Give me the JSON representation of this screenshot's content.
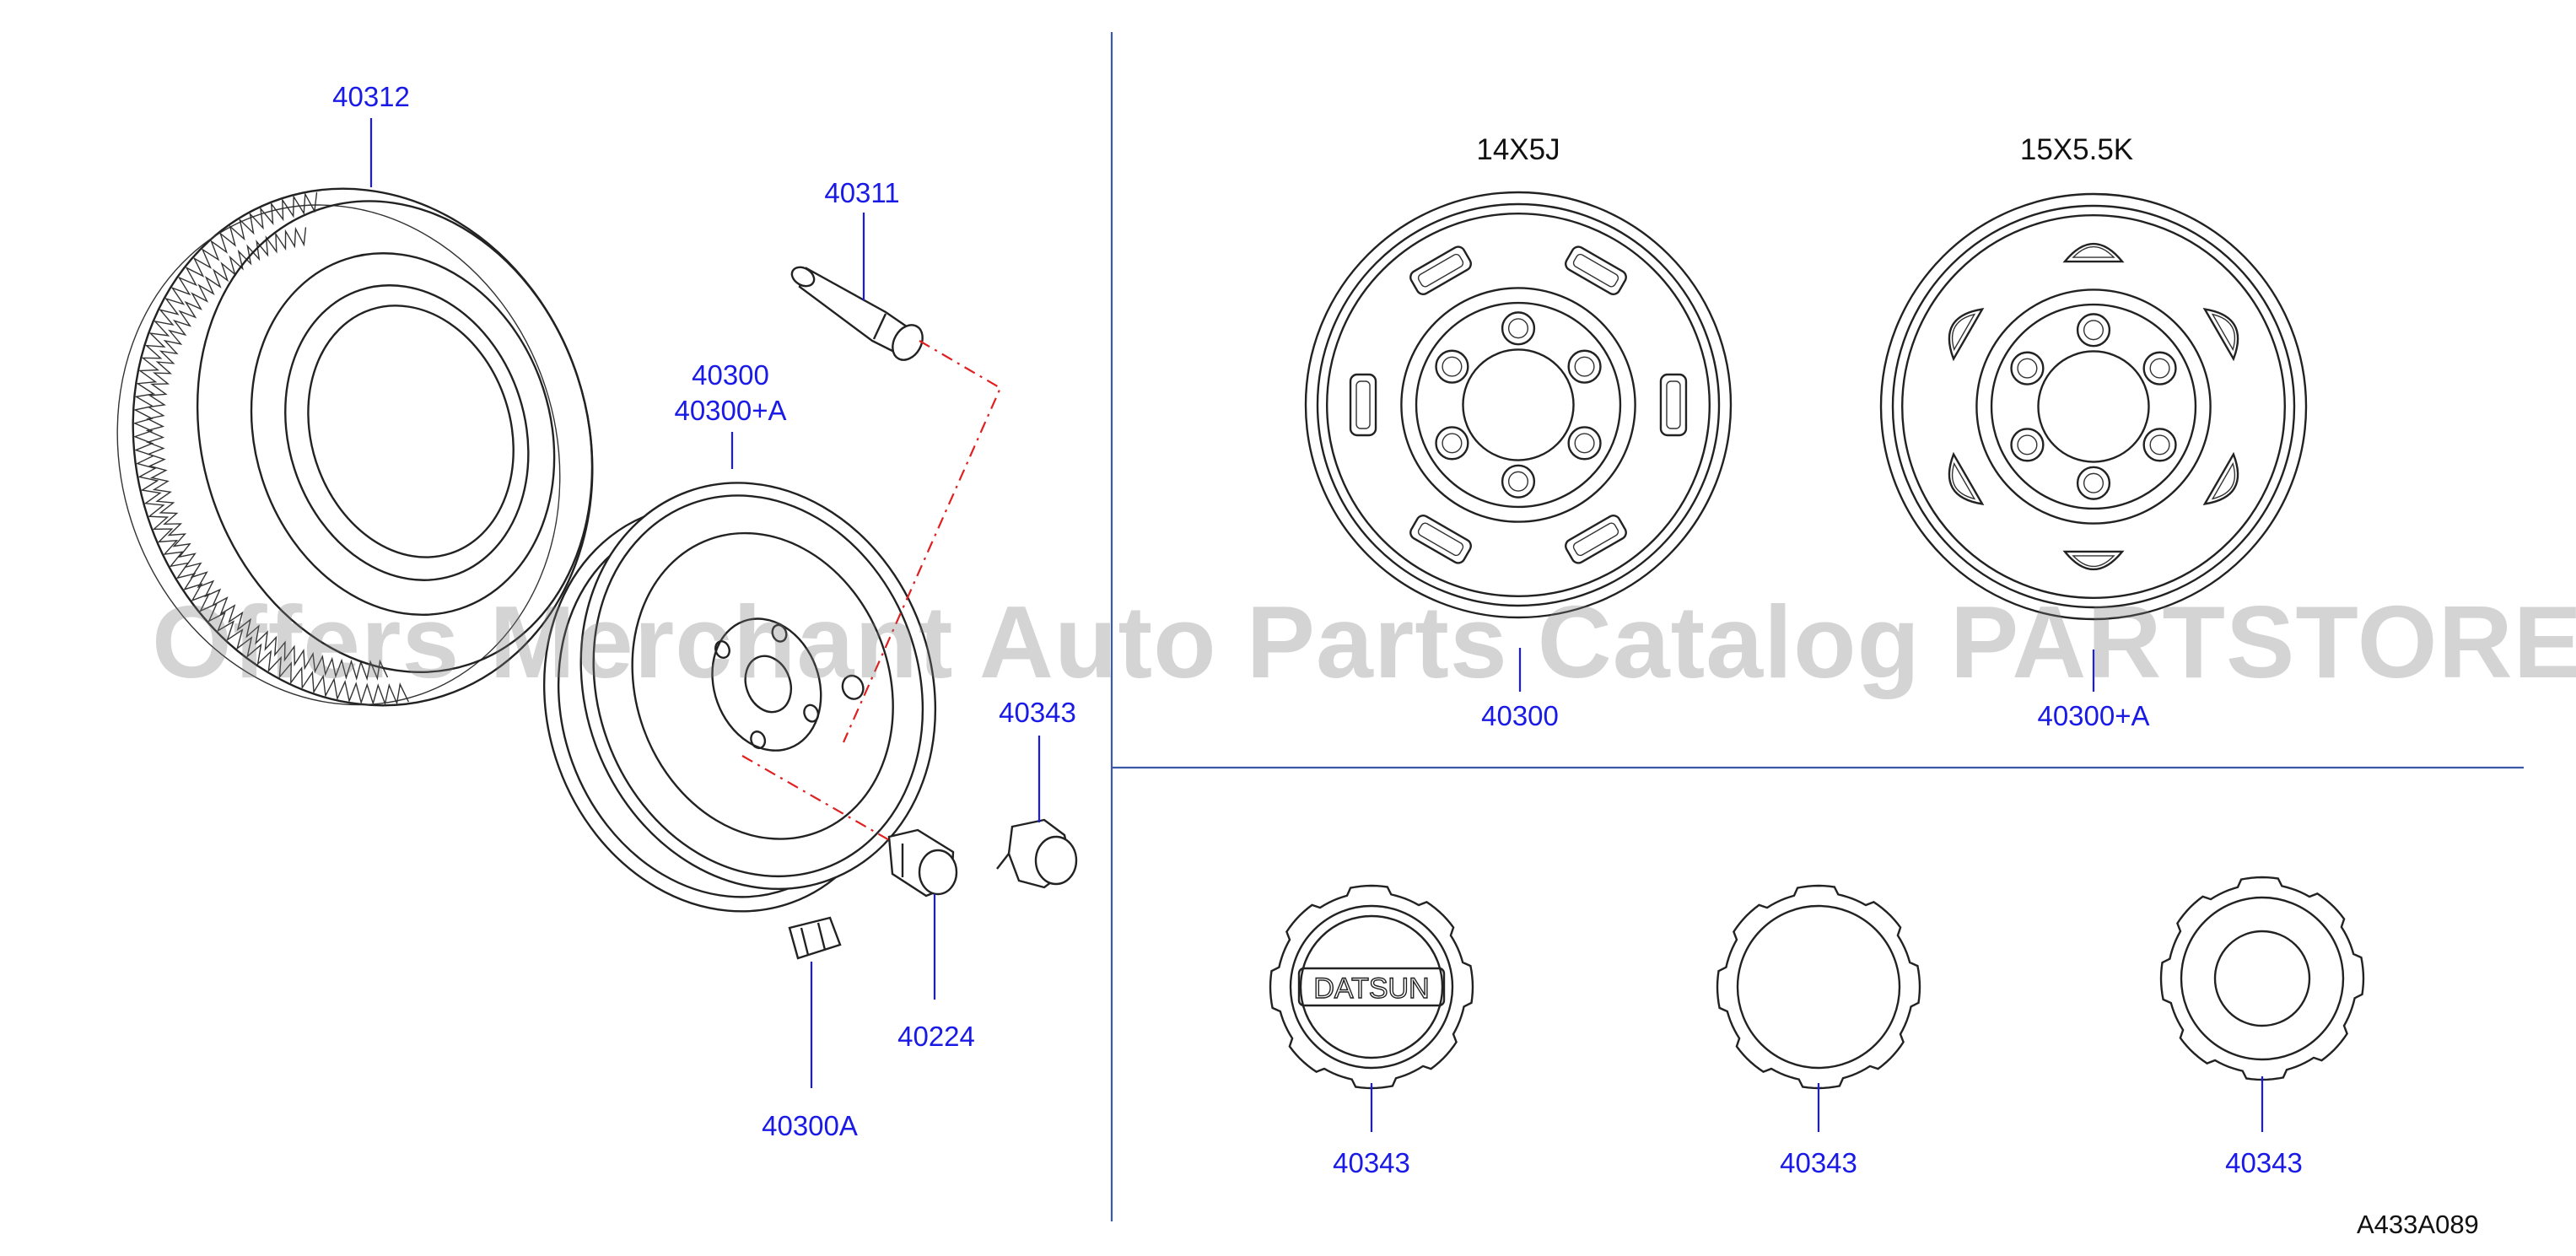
{
  "labels": {
    "tire": "40312",
    "valve": "40311",
    "wheel_assy_line1": "40300",
    "wheel_assy_line2": "40300+A",
    "cap_small": "40343",
    "nut": "40224",
    "weight": "40300A",
    "wheel_a": "40300",
    "wheel_b": "40300+A",
    "cap1": "40343",
    "cap2": "40343",
    "cap3": "40343"
  },
  "sizes": {
    "wheel_a": "14X5J",
    "wheel_b": "15X5.5K"
  },
  "cap_logo_text": "DATSUN",
  "diagram_ref": "A433A089",
  "watermark": "Offers Merchant Auto Parts Catalog PARTSTORE.SA",
  "colors": {
    "callout": "#1a1ae6",
    "ink": "#222222",
    "divider": "#3a5aa8",
    "centerline": "#e02020",
    "watermark": "#787878"
  }
}
